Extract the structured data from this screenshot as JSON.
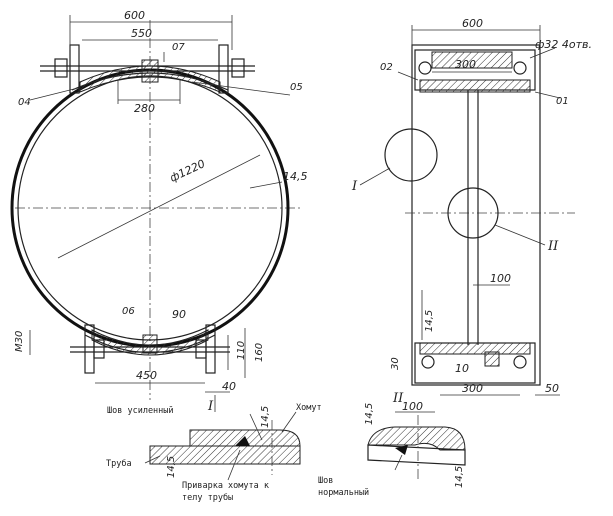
{
  "front_view": {
    "dim_top": "600",
    "dim_inner": "550",
    "pos_07": "07",
    "pos_05": "05",
    "pos_04": "04",
    "dim_280": "280",
    "diameter": "ф1220",
    "wall": "14,5",
    "pos_06": "06",
    "dim_90": "90",
    "bolt": "М30",
    "dim_110": "110",
    "dim_160": "160",
    "dim_450": "450",
    "dim_40": "40",
    "section_I": "I"
  },
  "side_view": {
    "dim_top": "600",
    "dim_300": "300",
    "holes": "ф32 4отв.",
    "pos_02": "02",
    "pos_01": "01",
    "section_I": "I",
    "section_II": "II",
    "dim_100": "100",
    "dim_14_5": "14,5",
    "dim_30": "30",
    "dim_10": "10",
    "dim_300_bottom": "300",
    "dim_50": "50"
  },
  "detail_I": {
    "weld_label": "Шов усиленный",
    "dim_14_5": "14,5",
    "clamp_label": "Хомут",
    "pipe_label": "Труба",
    "dim_14_5_left": "14,5",
    "note_line1": "Приварка хомута к",
    "note_line2": "телу трубы"
  },
  "detail_II": {
    "title": "II",
    "dim_100": "100",
    "dim_14_5": "14,5",
    "dim_14_5_bottom": "14,5",
    "weld_line1": "Шов",
    "weld_line2": "нормальный"
  }
}
